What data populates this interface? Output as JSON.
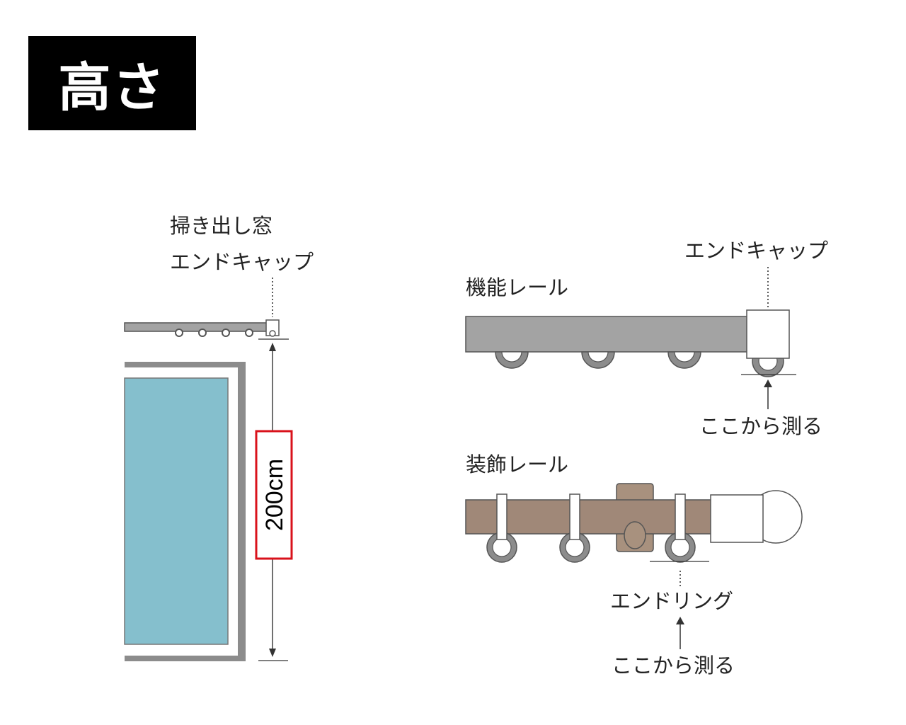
{
  "heading": "高さ",
  "window_diagram": {
    "label_line1": "掃き出し窓",
    "label_line2": "エンドキャップ",
    "measurement": "200cm"
  },
  "functional_rail": {
    "label": "機能レール",
    "part_label": "エンドキャップ",
    "measure_label": "ここから測る"
  },
  "decorative_rail": {
    "label": "装飾レール",
    "part_label": "エンドリング",
    "measure_label": "ここから測る"
  },
  "colors": {
    "heading_bg": "#000000",
    "heading_text": "#ffffff",
    "glass": "#85bfcd",
    "frame": "#8c8c8c",
    "functional_rail": "#a3a3a3",
    "decorative_rail": "#a08878",
    "decorative_bracket": "#a8917e",
    "highlight": "#d9121b"
  }
}
